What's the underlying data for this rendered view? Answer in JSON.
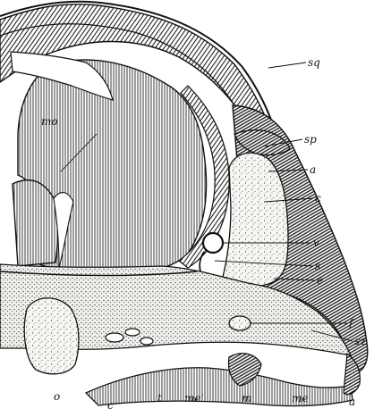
{
  "figure": {
    "labels": {
      "sq": "sq",
      "mo": "mo",
      "sp": "sp",
      "a_upper": "a",
      "c_right": "c",
      "v": "v",
      "s": "s",
      "e": "e",
      "f": "f",
      "sz": "sz",
      "o": "o",
      "c_bottom": "c",
      "t": "t",
      "me_prime": "me'",
      "m": "m",
      "me": "me",
      "a_bottom": "a"
    }
  }
}
